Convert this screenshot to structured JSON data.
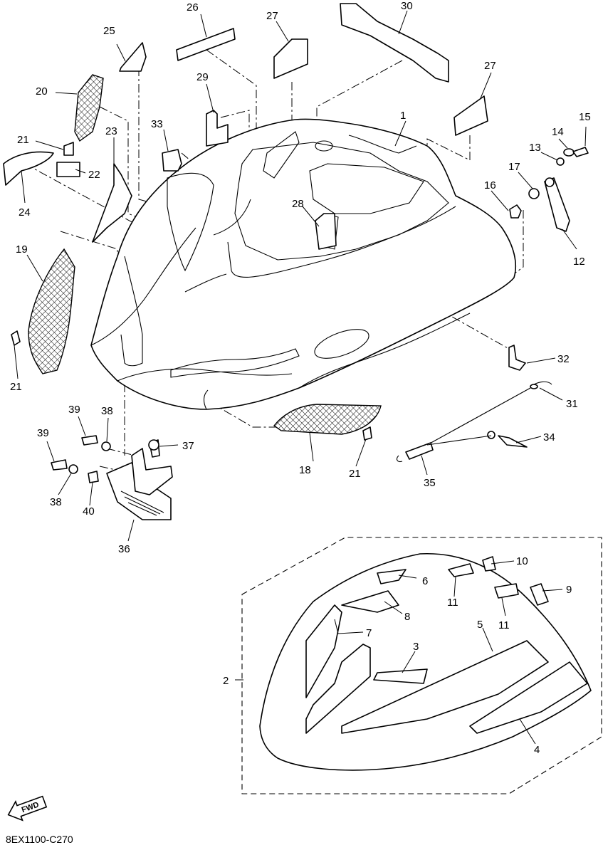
{
  "callouts": [
    "1",
    "2",
    "3",
    "4",
    "5",
    "6",
    "7",
    "8",
    "9",
    "10",
    "11",
    "12",
    "13",
    "14",
    "15",
    "16",
    "17",
    "18",
    "19",
    "20",
    "21",
    "22",
    "23",
    "24",
    "25",
    "26",
    "27",
    "28",
    "29",
    "30",
    "31",
    "32",
    "33",
    "34",
    "35",
    "36",
    "37",
    "38",
    "39",
    "40"
  ],
  "orientation_label": "FWD",
  "figure_code": "8EX1100-C270",
  "icons": {
    "forward_arrow": "fwd-arrow-icon",
    "mesh": "mesh-grille-pattern"
  }
}
